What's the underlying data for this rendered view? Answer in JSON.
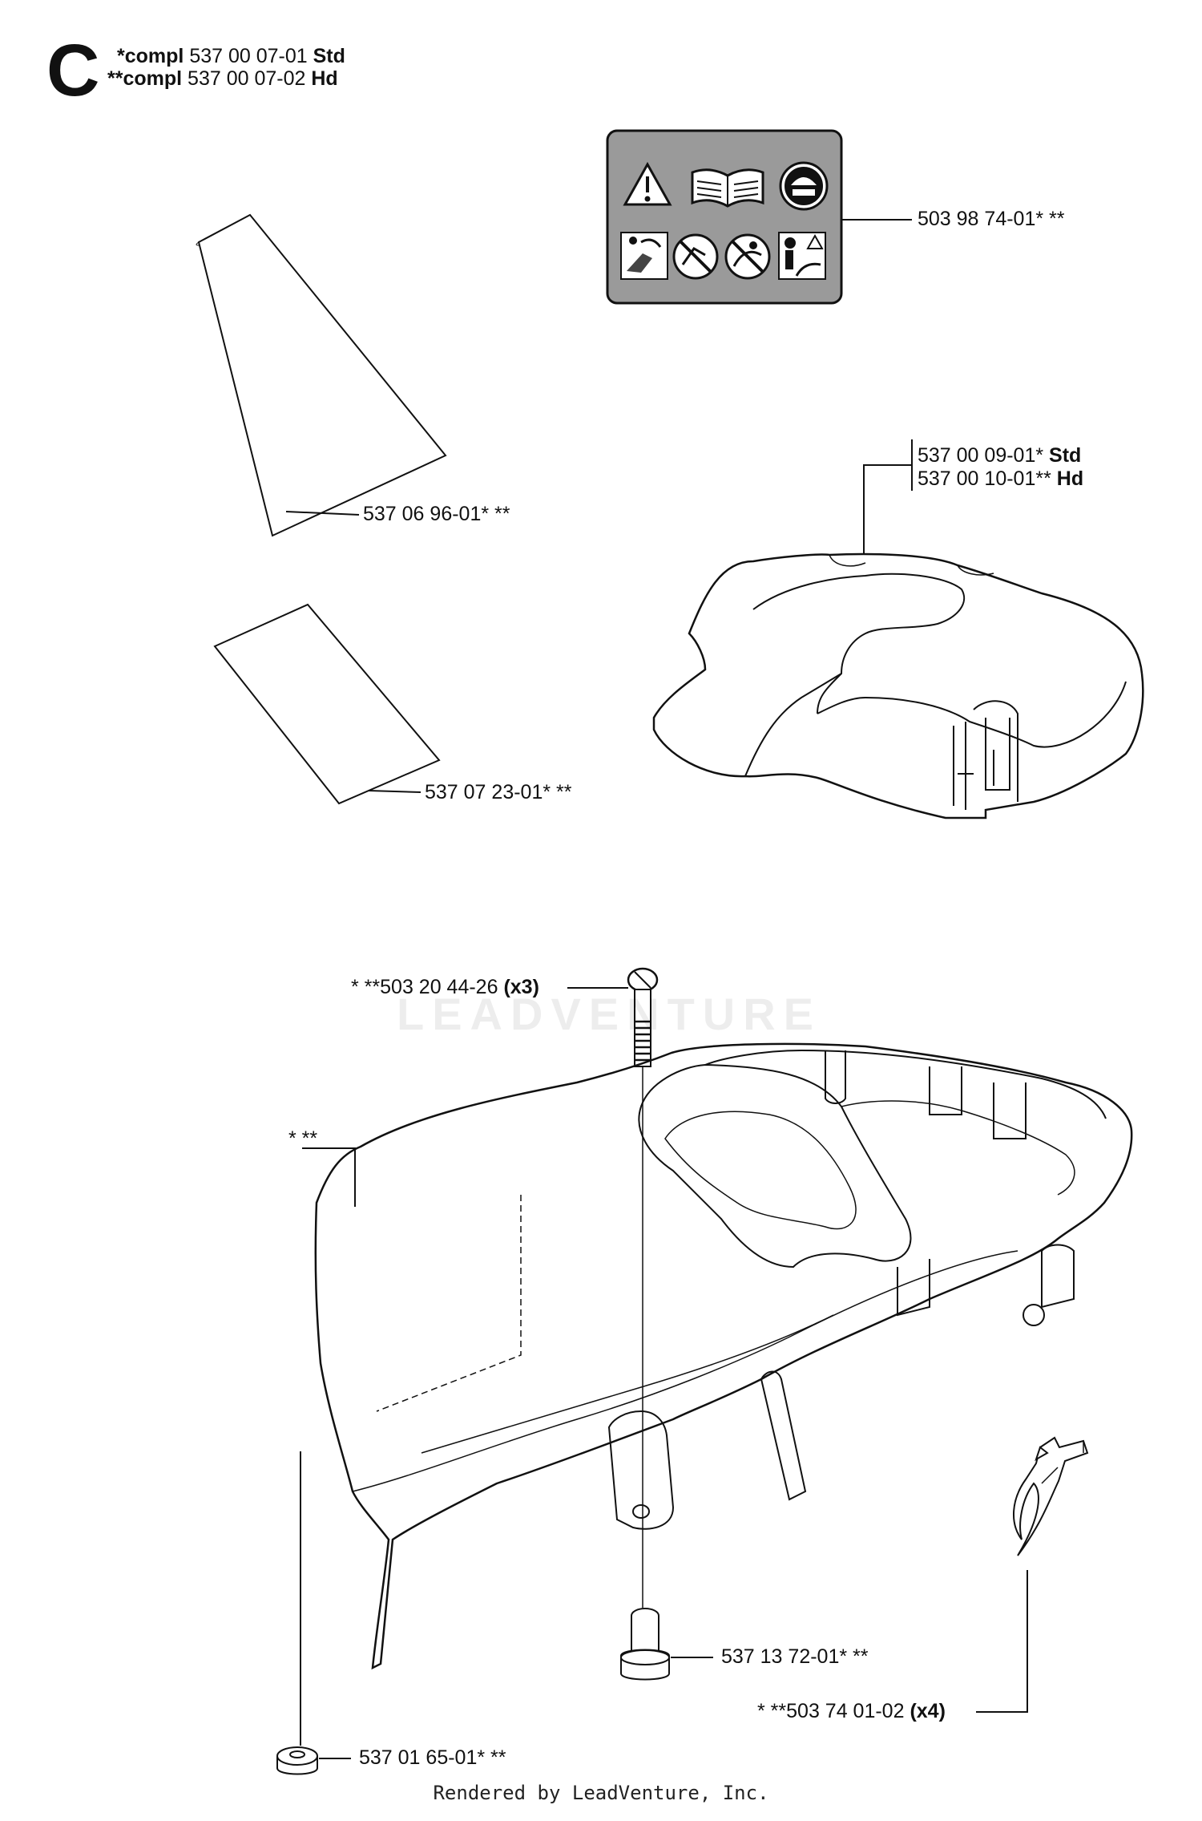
{
  "header": {
    "section_letter": "C",
    "line1_prefix": "*compl",
    "line1_number": "537 00 07-01",
    "line1_suffix": "Std",
    "line2_prefix": "**compl",
    "line2_number": "537 00 07-02",
    "line2_suffix": "Hd"
  },
  "callouts": {
    "decal_warning": "503 98 74-01* **",
    "decal_triangle": "537 06 96-01* **",
    "decal_rectangle": "537 07 23-01* **",
    "cover_std_number": "537 00 09-01*",
    "cover_std_suffix": "Std",
    "cover_hd_number": "537 00 10-01**",
    "cover_hd_suffix": "Hd",
    "screw_number": "* **503 20 44-26",
    "screw_qty": "(x3)",
    "housing": "* **",
    "sleeve": "537 13 72-01* **",
    "clip_number": "* **503 74 01-02",
    "clip_qty": "(x4)",
    "grommet": "537 01 65-01* **"
  },
  "watermark": "LEADVENTURE",
  "footer": "Rendered by LeadVenture, Inc.",
  "colors": {
    "line": "#111111",
    "decal_fill": "#9a9a9a",
    "part_fill": "#ffffff"
  }
}
